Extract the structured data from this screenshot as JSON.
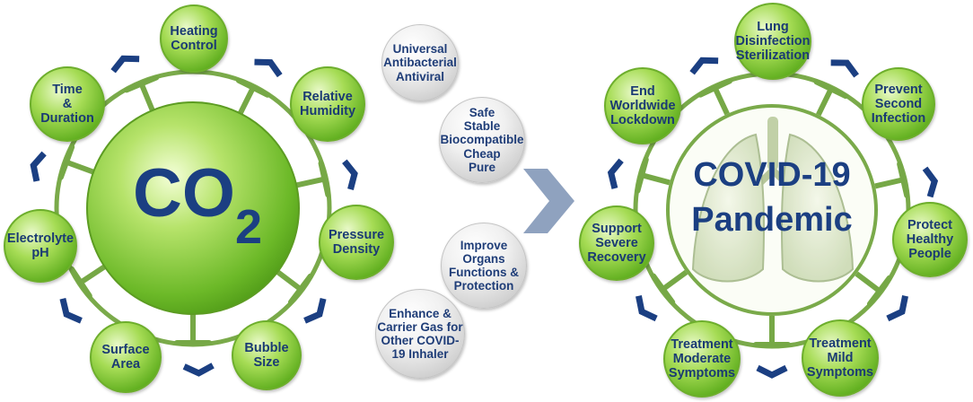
{
  "left_diagram": {
    "center_main": "CO",
    "center_sub": "2",
    "nodes": [
      {
        "label": "Heating\nControl"
      },
      {
        "label": "Relative\nHumidity"
      },
      {
        "label": "Pressure\nDensity"
      },
      {
        "label": "Bubble\nSize"
      },
      {
        "label": "Surface\nArea"
      },
      {
        "label": "Electrolyte\npH"
      },
      {
        "label": "Time\n&\nDuration"
      }
    ]
  },
  "middle_column": {
    "items": [
      {
        "label": "Universal\nAntibacterial\nAntiviral"
      },
      {
        "label": "Safe\nStable\nBiocompatible\nCheap\nPure"
      },
      {
        "label": "Improve\nOrgans\nFunctions &\nProtection"
      },
      {
        "label": "Enhance &\nCarrier Gas for\nOther COVID-\n19 Inhaler"
      }
    ]
  },
  "right_diagram": {
    "title_line1": "COVID-19",
    "title_line2": "Pandemic",
    "nodes": [
      {
        "label": "Lung\nDisinfection\nSterilization"
      },
      {
        "label": "Prevent\nSecond\nInfection"
      },
      {
        "label": "Protect\nHealthy\nPeople"
      },
      {
        "label": "Treatment\nMild\nSymptoms"
      },
      {
        "label": "Treatment\nModerate\nSymptoms"
      },
      {
        "label": "Support\nSevere\nRecovery"
      },
      {
        "label": "End\nWorldwide\nLockdown"
      }
    ]
  },
  "colors": {
    "green": "#6fb02a",
    "navy": "#1b3f82",
    "chevron_grey": "#8fa2bf",
    "connector": "#76a846"
  }
}
